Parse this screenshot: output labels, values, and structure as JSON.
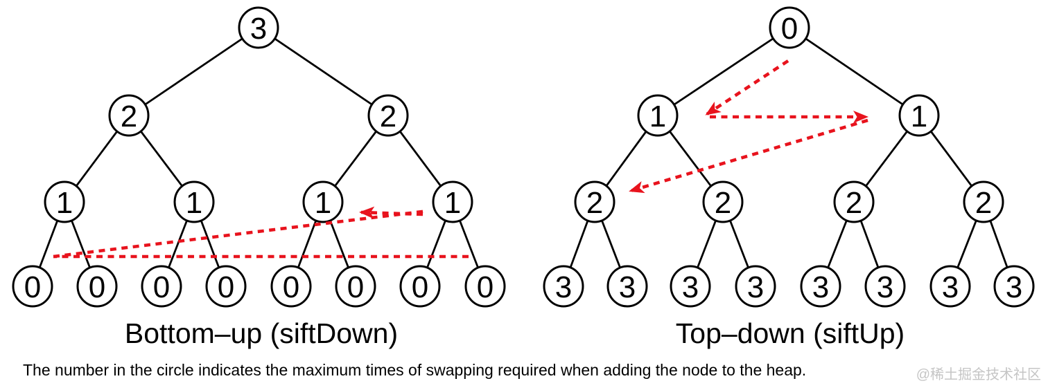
{
  "diagram": {
    "left_tree": {
      "label": "Bottom–up (siftDown)",
      "levels": [
        [
          "3"
        ],
        [
          "2",
          "2"
        ],
        [
          "1",
          "1",
          "1",
          "1"
        ],
        [
          "0",
          "0",
          "0",
          "0",
          "0",
          "0",
          "0",
          "0"
        ]
      ]
    },
    "right_tree": {
      "label": "Top–down (siftUp)",
      "levels": [
        [
          "0"
        ],
        [
          "1",
          "1"
        ],
        [
          "2",
          "2",
          "2",
          "2"
        ],
        [
          "3",
          "3",
          "3",
          "3",
          "3",
          "3",
          "3",
          "3"
        ]
      ]
    },
    "caption": "The number in the circle indicates the maximum times of swapping required when adding the node to the heap.",
    "watermark": "@稀土掘金技术社区",
    "colors": {
      "arrow_red": "#e8131d",
      "line_black": "#000000",
      "node_fill": "#ffffff",
      "watermark_gray": "#c5c5c5"
    }
  }
}
